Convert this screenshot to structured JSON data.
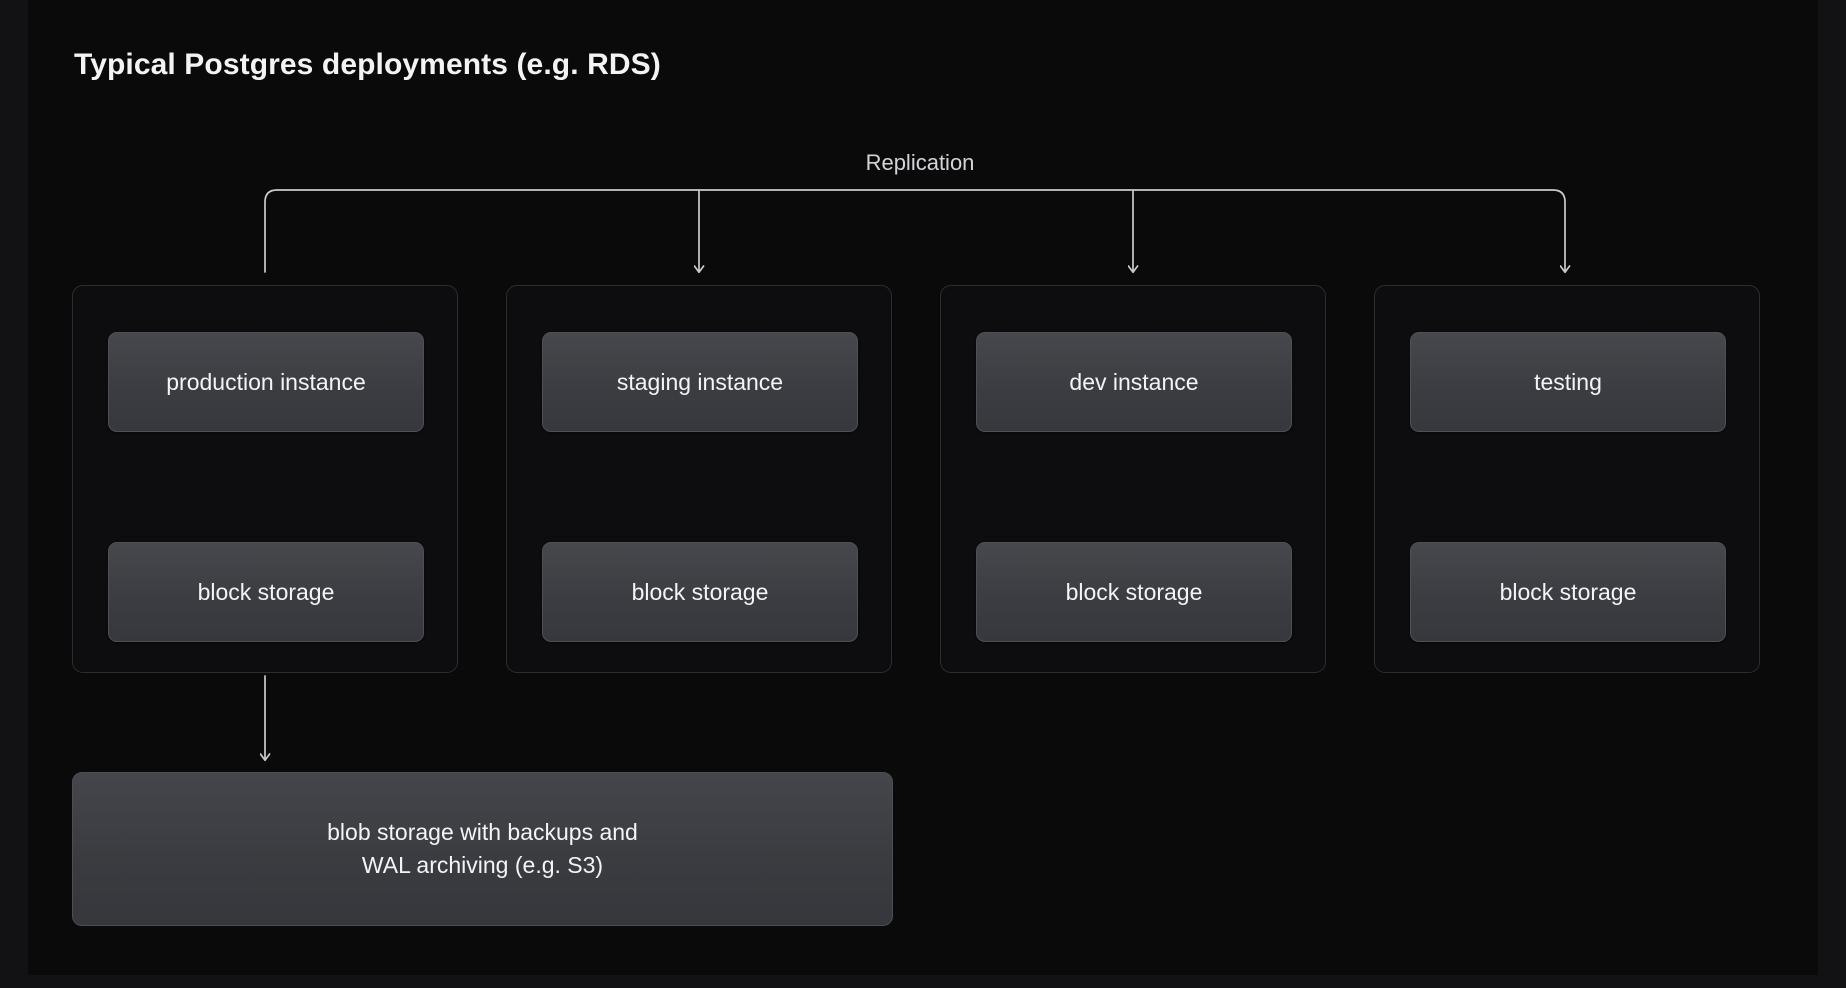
{
  "page": {
    "title": "Typical Postgres deployments (e.g. RDS)",
    "background": "#0a0a0b",
    "frame_color": "#121214",
    "text_color": "#f2f3f5",
    "node_color": "#3b3d42",
    "wire_color": "#c9cbcf"
  },
  "replication": {
    "label": "Replication",
    "branch_count": 4
  },
  "columns": [
    {
      "id": "production",
      "instance_label": "production instance",
      "storage_label": "block storage",
      "has_backup_link": true
    },
    {
      "id": "staging",
      "instance_label": "staging instance",
      "storage_label": "block storage",
      "has_backup_link": false
    },
    {
      "id": "dev",
      "instance_label": "dev instance",
      "storage_label": "block storage",
      "has_backup_link": false
    },
    {
      "id": "testing",
      "instance_label": "testing",
      "storage_label": "block storage",
      "has_backup_link": false
    }
  ],
  "blob_storage": {
    "line1": "blob storage with backups and",
    "line2": "WAL archiving (e.g. S3)"
  }
}
